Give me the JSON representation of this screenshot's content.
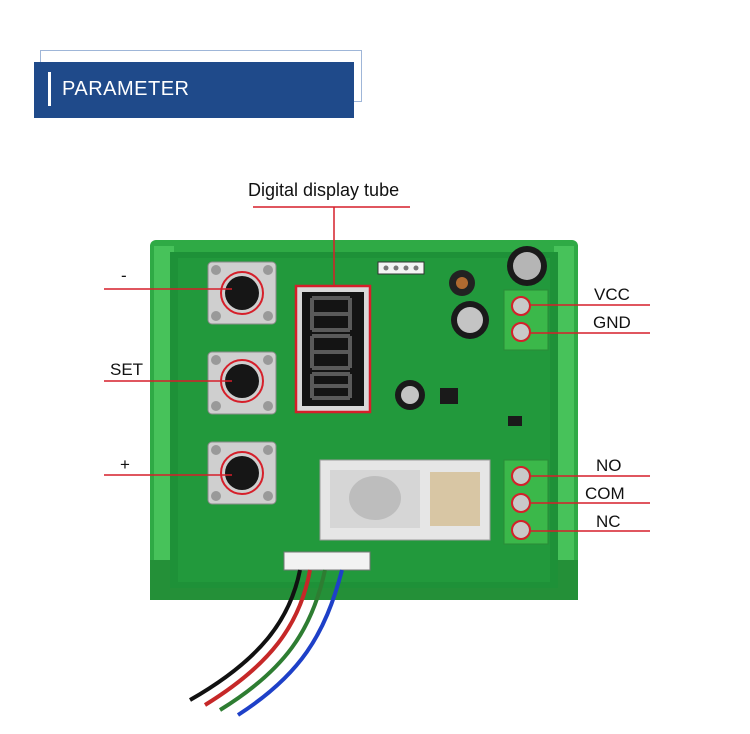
{
  "header": {
    "title": "PARAMETER"
  },
  "callouts": {
    "display": "Digital display tube",
    "minus": "-",
    "set": "SET",
    "plus": "+",
    "vcc": "VCC",
    "gnd": "GND",
    "no": "NO",
    "com": "COM",
    "nc": "NC"
  },
  "display_digits": "888",
  "colors": {
    "header_bg": "#1f4a8a",
    "pcb_green": "#1f9a3c",
    "terminal_green": "#3bb84a",
    "callout_red": "#d61f2a",
    "segment_red": "#ff3030"
  }
}
